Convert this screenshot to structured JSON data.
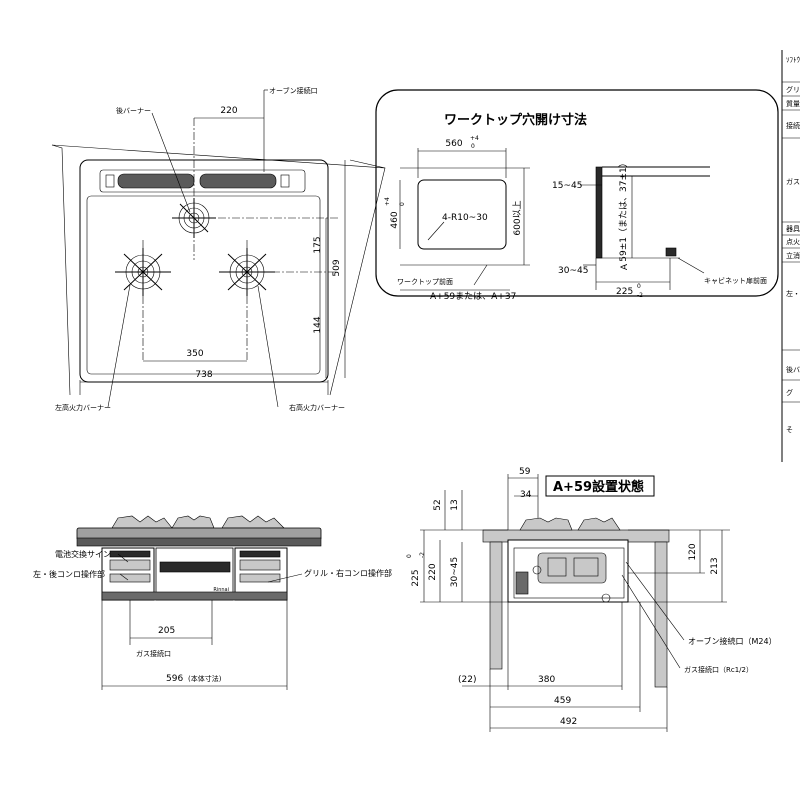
{
  "top_view": {
    "rear_burner": "後バーナー",
    "oven_port": "オーブン接続口",
    "left_burner": "左高火力バーナー",
    "right_burner": "右高火力バーナー",
    "dim_220": "220",
    "dim_350": "350",
    "dim_738": "738",
    "dim_175": "175",
    "dim_144": "144",
    "dim_509": "509"
  },
  "cutout": {
    "title": "ワークトップ穴開け寸法",
    "w560": "560",
    "w560_tol_upper": "+4",
    "w560_tol_lower": "0",
    "h460": "460",
    "h460_tol_upper": "+4",
    "h460_tol_lower": "0",
    "radius": "4-R10~30",
    "over600": "600以上",
    "front_edge": "ワークトップ前面",
    "a59": "A+59または、A+37",
    "d15_45": "15~45",
    "d59": "59±1（または、37±1）",
    "d30_45": "30~45",
    "a_label": "A",
    "d225": "225",
    "d225_tol_upper": "0",
    "d225_tol_lower": "-2",
    "cabinet_front": "キャビネット扉前面"
  },
  "front_view": {
    "battery_sign": "電池交換サイン",
    "left_panel": "左・後コンロ操作部",
    "right_panel": "グリル・右コンロ操作部",
    "dim_205": "205",
    "gas_port": "ガス接続口",
    "dim_596": "596",
    "body_size": "(本体寸法)",
    "brand": "Rinnai"
  },
  "side_view": {
    "install_title": "A+59設置状態",
    "d59": "59",
    "d34": "34",
    "d52": "52",
    "d13": "13",
    "d225": "225",
    "d225_tol_upper": "0",
    "d225_tol_lower": "-2",
    "d220": "220",
    "d30_45": "30~45",
    "d120": "120",
    "d213": "213",
    "oven_port_m24": "オーブン接続口（M24）",
    "gas_port_rc": "ガス接続口（Rc1/2）",
    "d22": "(22)",
    "d380": "380",
    "d459": "459",
    "d492": "492"
  },
  "spec_table": {
    "rows": [
      "ｿﾌﾄｳｪｱ",
      "グリ",
      "質量",
      "接続",
      "ガス",
      "器具",
      "点火",
      "立消",
      "左・",
      "後バ",
      "グ",
      "そ"
    ]
  }
}
